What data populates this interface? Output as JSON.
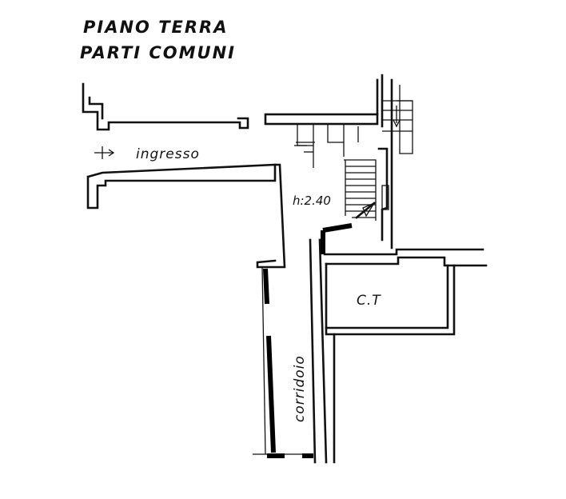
{
  "title": {
    "line1": "PIANO TERRA",
    "line2": "PARTI COMUNI"
  },
  "rooms": {
    "ingresso": "ingresso",
    "height_note": "h:2.40",
    "ct": "C.T",
    "corridoio": "corridoio"
  }
}
